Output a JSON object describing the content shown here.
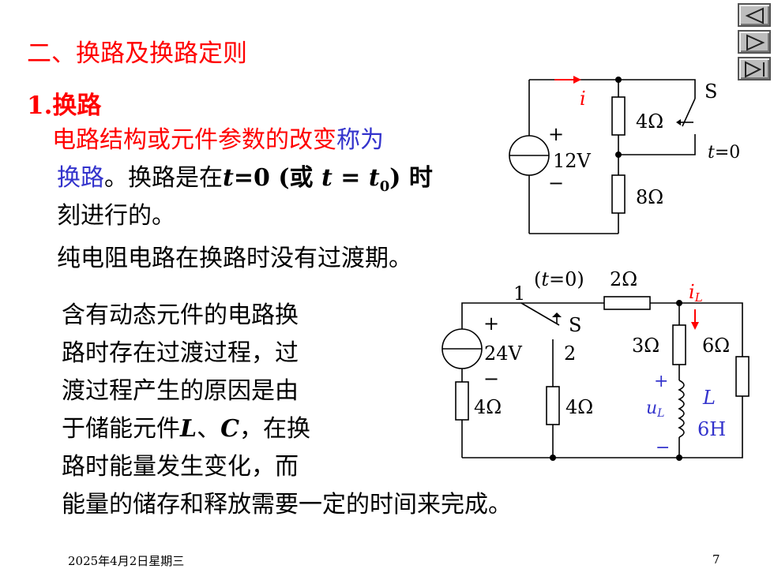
{
  "slide": {
    "title": "二、换路及换路定则",
    "section": "1.换路",
    "para1": {
      "red_part": "电路结构或元件参数的改变",
      "blue_part1": "称为",
      "blue_part2": "换路",
      "black_part1": "。换路是在",
      "t_var": "t",
      "eq_zero": "=0 (或 ",
      "t_var2": "t",
      "eq_t0": " = ",
      "t0_var": "t",
      "t0_sub": "0",
      "close": ") 时",
      "line3": "刻进行的。"
    },
    "para2": "纯电阻电路在换路时没有过渡期。",
    "para3": {
      "line1": "含有动态元件的电路换",
      "line2": "路时存在过渡过程，过",
      "line3": "渡过程产生的原因是由",
      "line4_pre": "于储能元件",
      "L": "L",
      "sep": "、",
      "C": "C",
      "line4_post": "，在换",
      "line5": "路时能量发生变化，而",
      "line6": "能量的储存和释放需要一定的时间来完成。"
    }
  },
  "circuit1": {
    "current": "i",
    "r1": "4Ω",
    "r2": "8Ω",
    "source": "12V",
    "plus": "+",
    "minus": "−",
    "switch": "S",
    "switch_time_var": "t",
    "switch_time_val": "=0"
  },
  "circuit2": {
    "node1": "1",
    "node2": "2",
    "time_open": "(",
    "time_var": "t",
    "time_close": "=0)",
    "switch": "S",
    "source": "24V",
    "plus": "+",
    "minus": "−",
    "r_top": "2Ω",
    "r_left": "4Ω",
    "r_mid": "4Ω",
    "r_3": "3Ω",
    "r_6": "6Ω",
    "iL_var": "i",
    "iL_sub": "L",
    "uL_var": "u",
    "uL_sub": "L",
    "uL_plus": "+",
    "uL_minus": "−",
    "ind_name": "L",
    "ind_val": "6H"
  },
  "footer": {
    "date": "2025年4月2日星期三",
    "page": "7"
  },
  "nav": {
    "prev": "prev-icon",
    "next": "next-icon",
    "end": "end-icon"
  },
  "colors": {
    "red": "#ff0000",
    "blue": "#3333cc"
  }
}
